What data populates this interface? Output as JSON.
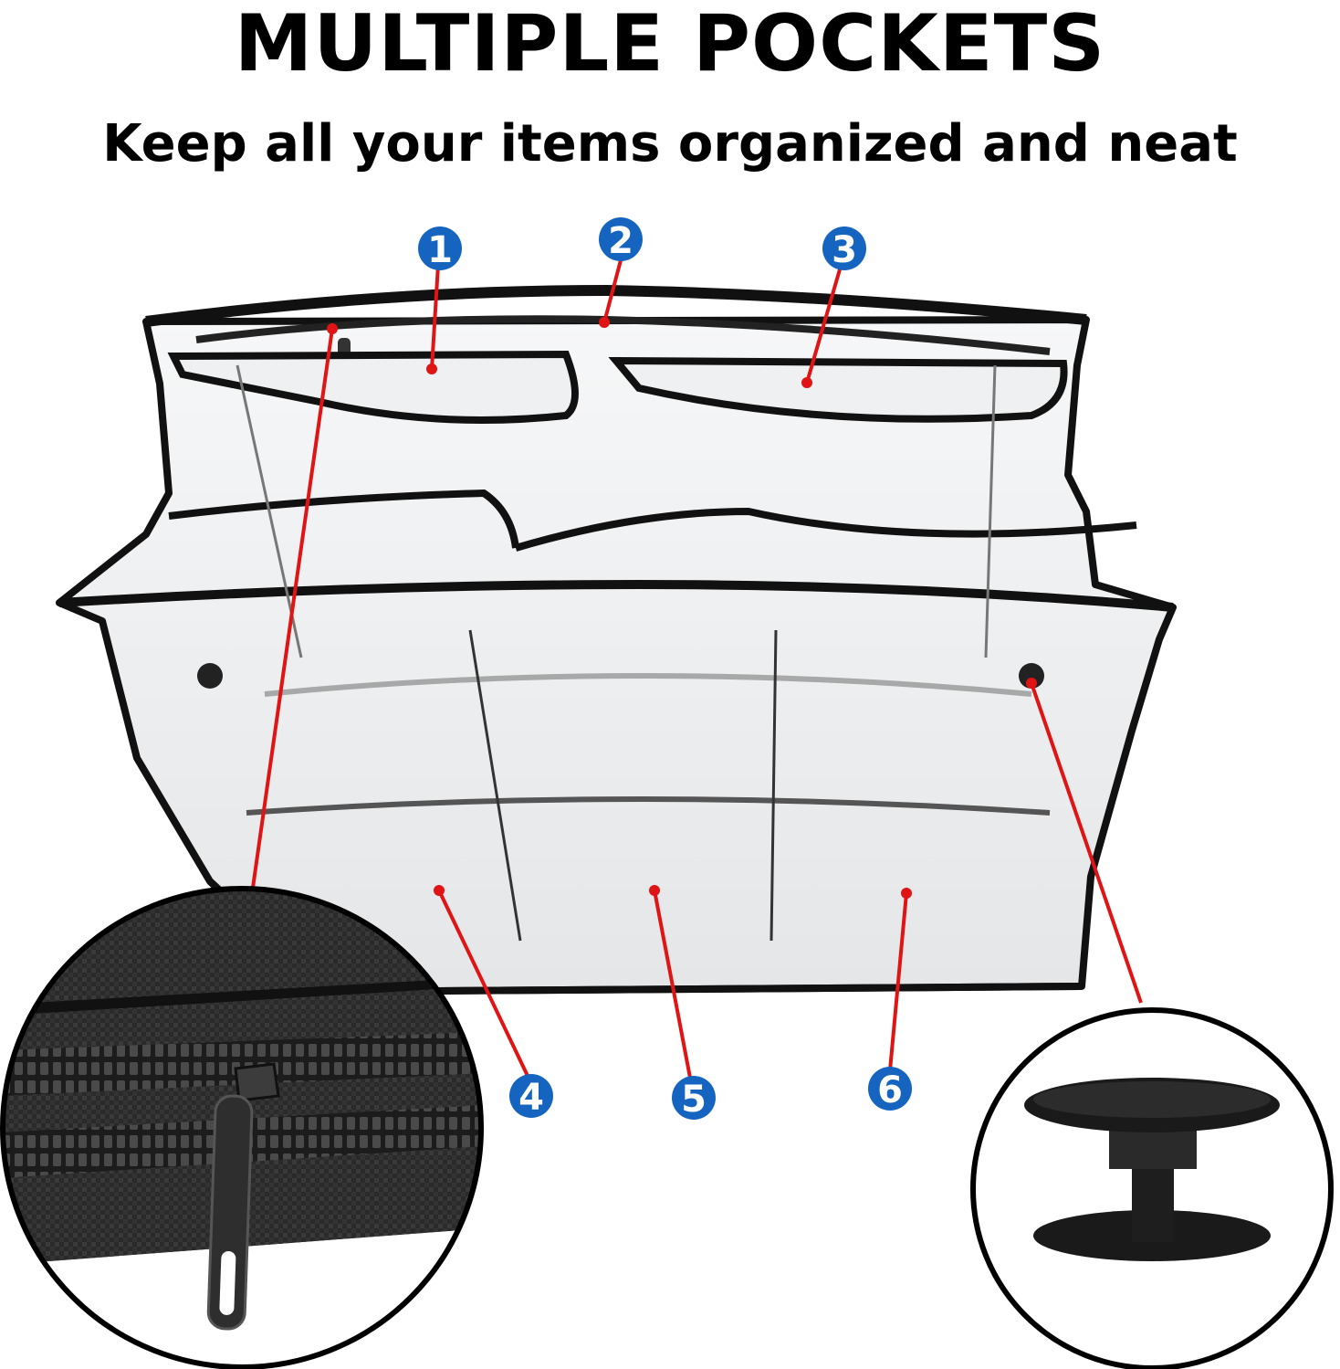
{
  "header": {
    "title": "MULTIPLE POCKETS",
    "subtitle": "Keep all your items organized and neat"
  },
  "callouts": [
    {
      "number": "1"
    },
    {
      "number": "2"
    },
    {
      "number": "3"
    },
    {
      "number": "4"
    },
    {
      "number": "5"
    },
    {
      "number": "6"
    }
  ],
  "colors": {
    "badge": "#1565c0",
    "leader_line": "#e01414",
    "trim": "#111111"
  }
}
